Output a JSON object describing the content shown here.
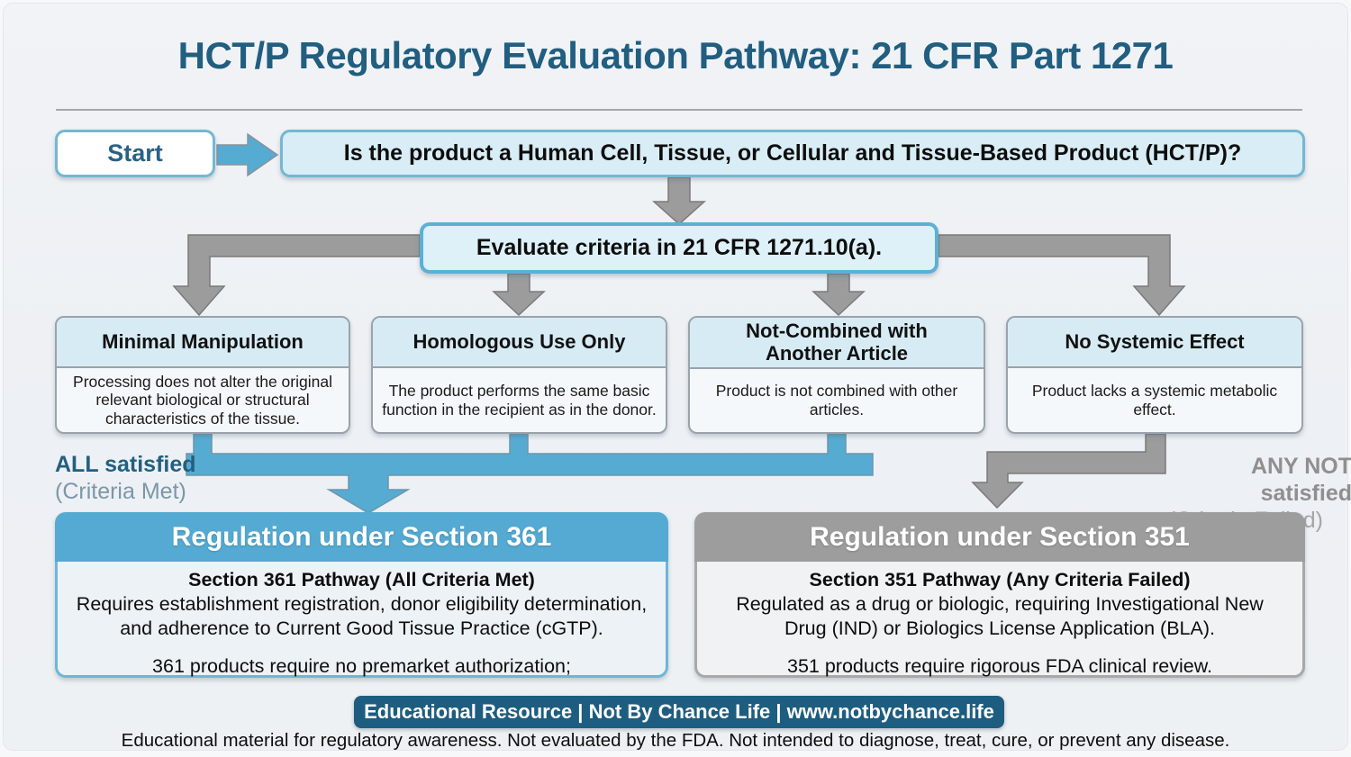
{
  "title": "HCT/P Regulatory Evaluation Pathway: 21 CFR Part 1271",
  "flow": {
    "start_label": "Start",
    "question": "Is the product a Human Cell, Tissue, or Cellular and Tissue-Based Product (HCT/P)?",
    "evaluate": "Evaluate criteria in 21 CFR 1271.10(a)."
  },
  "criteria": [
    {
      "title": "Minimal Manipulation",
      "description": "Processing does not alter the original relevant biological or structural characteristics of the tissue."
    },
    {
      "title": "Homologous Use Only",
      "description": "The product performs the same basic function in the recipient as in the donor."
    },
    {
      "title": "Not-Combined with Another Article",
      "description": "Product is not combined with other articles."
    },
    {
      "title": "No Systemic Effect",
      "description": "Product lacks a systemic metabolic effect."
    }
  ],
  "branch_labels": {
    "met_bold": "ALL satisfied",
    "met_sub": "(Criteria Met)",
    "failed_bold": "ANY NOT satisfied",
    "failed_sub": "(Criteria Failed)"
  },
  "outcomes": {
    "section361": {
      "header": "Regulation under Section 361",
      "subtitle": "Section 361 Pathway (All Criteria Met)",
      "body": "Requires establishment registration, donor eligibility determination, and adherence to Current Good Tissue Practice (cGTP).",
      "note": "361 products require no premarket authorization;"
    },
    "section351": {
      "header": "Regulation under Section 351",
      "subtitle": "Section 351 Pathway (Any Criteria Failed)",
      "body": "Regulated as a drug or biologic, requiring Investigational New Drug (IND) or Biologics License Application (BLA).",
      "note": "351 products require rigorous FDA clinical review."
    }
  },
  "footer": {
    "badge": "Educational Resource | Not By Chance Life | www.notbychance.life",
    "disclaimer": "Educational material for regulatory awareness. Not evaluated by the FDA. Not intended to diagnose, treat, cure, or prevent any disease."
  },
  "colors": {
    "accent_blue": "#56abd3",
    "dark_teal": "#215e80",
    "connector_gray": "#9c9c9c",
    "criteria_header_bg": "#d7ebf4",
    "badge_bg": "#1d5d80"
  }
}
